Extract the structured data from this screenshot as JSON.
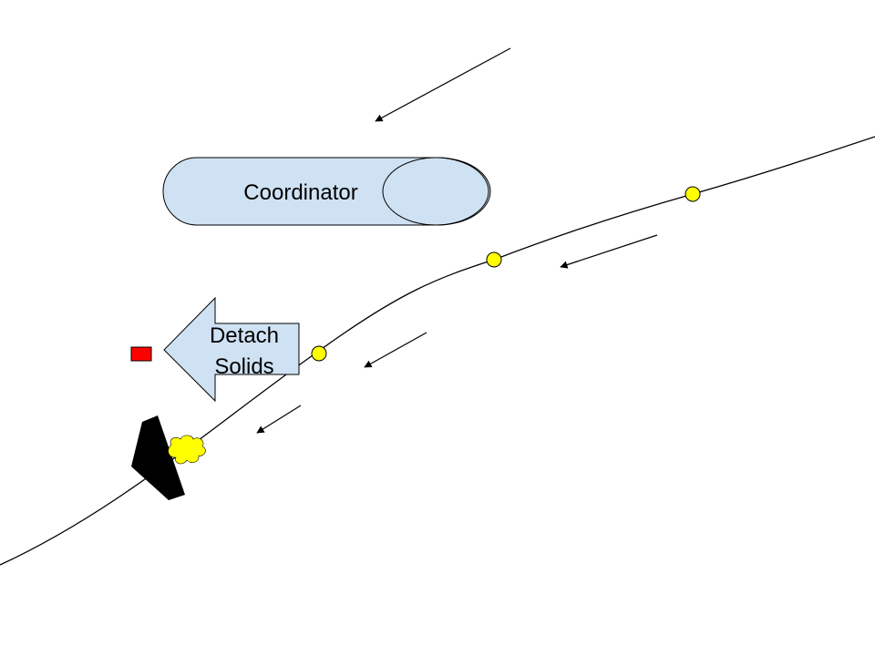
{
  "diagram": {
    "coordinator": {
      "label": "Coordinator",
      "fill": "#cfe2f3",
      "stroke": "#000000"
    },
    "detach_arrow": {
      "label_line1": "Detach",
      "label_line2": "Solids",
      "fill": "#cfe2f3",
      "stroke": "#000000"
    },
    "colors": {
      "particle": "#ffff00",
      "marker": "#ff0000",
      "stop": "#000000",
      "line": "#000000",
      "background": "#ffffff"
    }
  }
}
